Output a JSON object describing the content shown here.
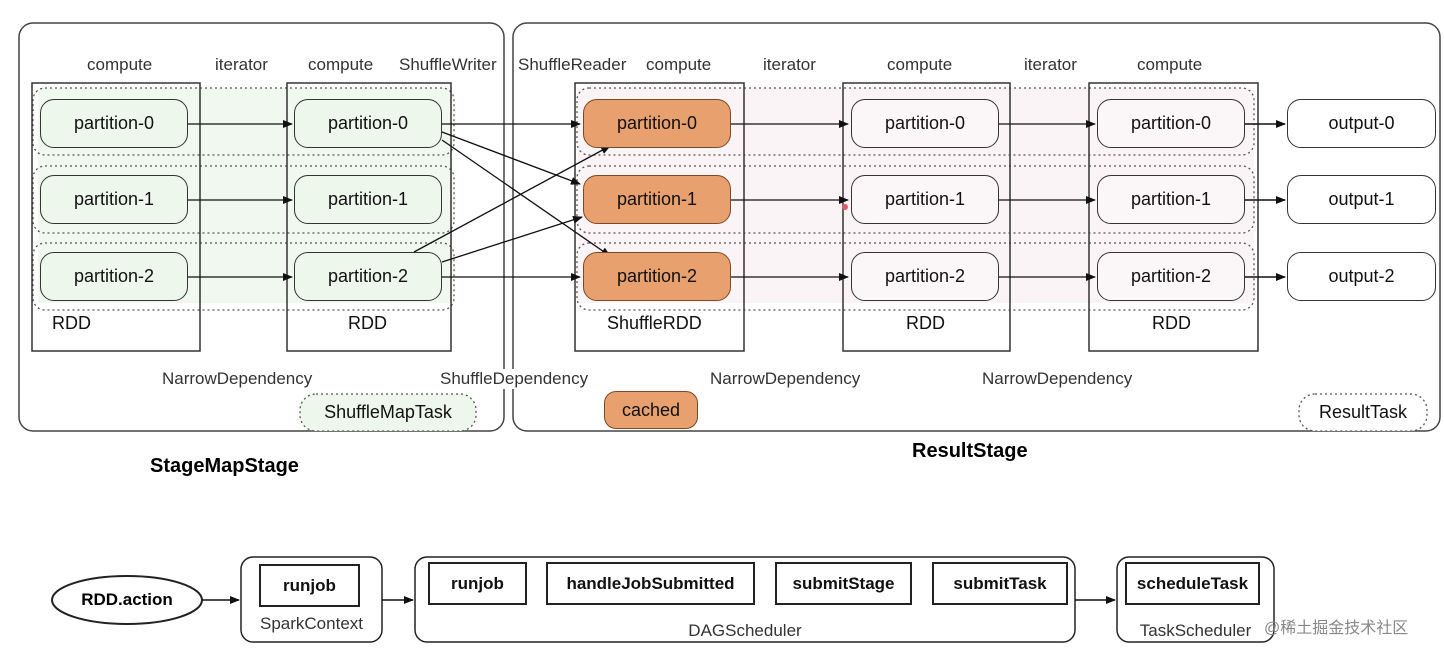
{
  "top": {
    "left_stage": {
      "title": "StageMapStage",
      "headers": [
        "compute",
        "iterator",
        "compute",
        "ShuffleWriter"
      ],
      "rdd_labels": [
        "RDD",
        "RDD"
      ],
      "dependency": "NarrowDependency",
      "task": "ShuffleMapTask"
    },
    "right_stage": {
      "title": "ResultStage",
      "headers": [
        "ShuffleReader",
        "compute",
        "iterator",
        "compute",
        "iterator",
        "compute"
      ],
      "rdd_labels": [
        "ShuffleRDD",
        "RDD",
        "RDD"
      ],
      "dependencies": [
        "NarrowDependency",
        "NarrowDependency"
      ],
      "cached": "cached",
      "task": "ResultTask"
    },
    "shuffle_dependency": "ShuffleDependency",
    "partitions": [
      "partition-0",
      "partition-1",
      "partition-2"
    ],
    "outputs": [
      "output-0",
      "output-1",
      "output-2"
    ]
  },
  "bottom": {
    "start": "RDD.action",
    "spark_context": {
      "label": "SparkContext",
      "method": "runjob"
    },
    "dag_scheduler": {
      "label": "DAGScheduler",
      "methods": [
        "runjob",
        "handleJobSubmitted",
        "submitStage",
        "submitTask"
      ]
    },
    "task_scheduler": {
      "label": "TaskScheduler",
      "method": "scheduleTask"
    }
  },
  "watermark": "@稀土掘金技术社区",
  "colors": {
    "green": "#eef7ec",
    "pink": "#fbf6f8",
    "orange": "#e8a06f"
  }
}
